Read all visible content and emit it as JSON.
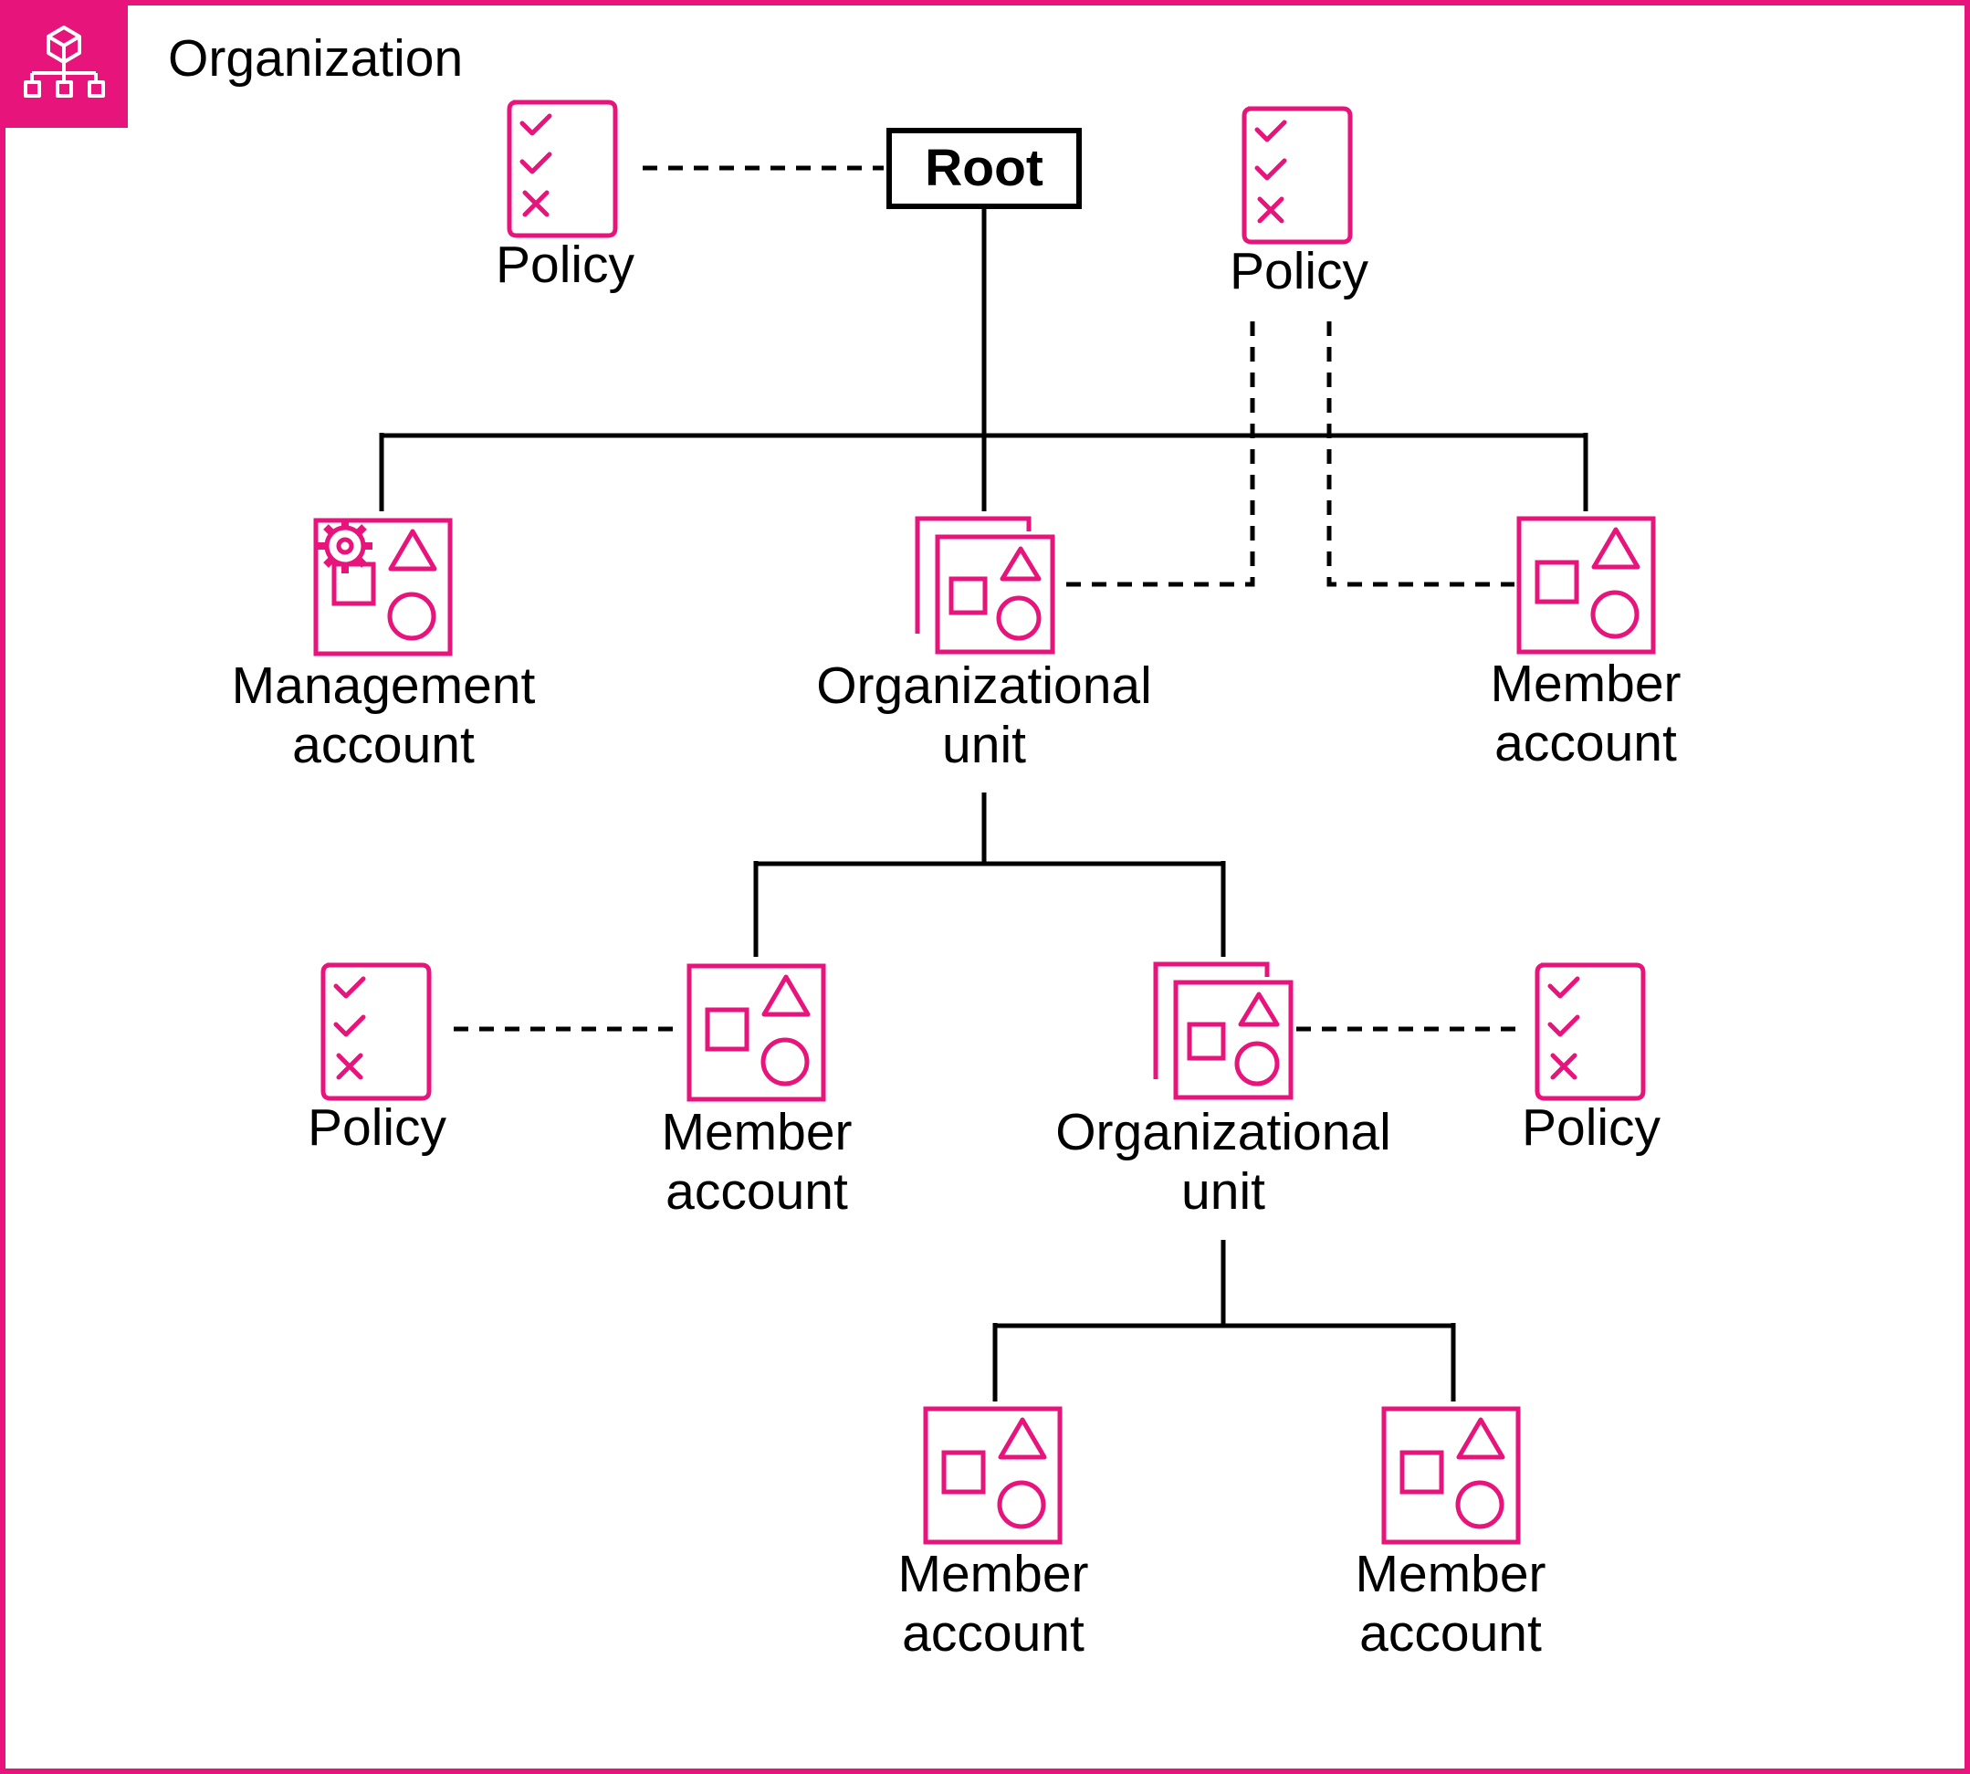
{
  "organization": {
    "title": "Organization",
    "icon": "organization-icon"
  },
  "colors": {
    "accent": "#e7157b",
    "line": "#000000"
  },
  "root": {
    "label": "Root"
  },
  "nodes": {
    "policy_root_left": {
      "label": "Policy",
      "icon": "policy-icon"
    },
    "policy_top_right": {
      "label": "Policy",
      "icon": "policy-icon"
    },
    "management_account": {
      "label_line1": "Management",
      "label_line2": "account",
      "icon": "management-account-icon"
    },
    "ou_level1": {
      "label_line1": "Organizational",
      "label_line2": "unit",
      "icon": "organizational-unit-icon"
    },
    "member_top_right": {
      "label_line1": "Member",
      "label_line2": "account",
      "icon": "member-account-icon"
    },
    "policy_mid_left": {
      "label": "Policy",
      "icon": "policy-icon"
    },
    "member_mid": {
      "label_line1": "Member",
      "label_line2": "account",
      "icon": "member-account-icon"
    },
    "ou_level2": {
      "label_line1": "Organizational",
      "label_line2": "unit",
      "icon": "organizational-unit-icon"
    },
    "policy_mid_right": {
      "label": "Policy",
      "icon": "policy-icon"
    },
    "member_bottom_left": {
      "label_line1": "Member",
      "label_line2": "account",
      "icon": "member-account-icon"
    },
    "member_bottom_right": {
      "label_line1": "Member",
      "label_line2": "account",
      "icon": "member-account-icon"
    }
  }
}
